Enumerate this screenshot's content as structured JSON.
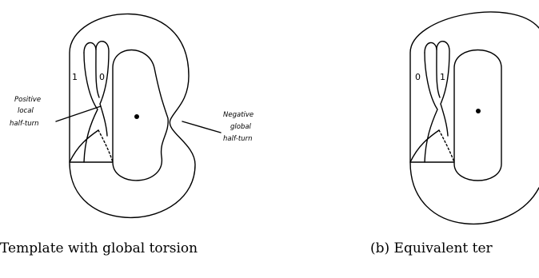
{
  "figure": {
    "panel_a": {
      "caption": ") Template with global torsion",
      "strand_labels": [
        "1",
        "0"
      ],
      "annotations": {
        "positive_local": [
          "Positive",
          "local",
          "half-turn"
        ],
        "negative_global": [
          "Negative",
          "global",
          "half-turn"
        ]
      }
    },
    "panel_b": {
      "caption": "(b) Equivalent ter",
      "strand_labels": [
        "0",
        "1"
      ]
    }
  }
}
